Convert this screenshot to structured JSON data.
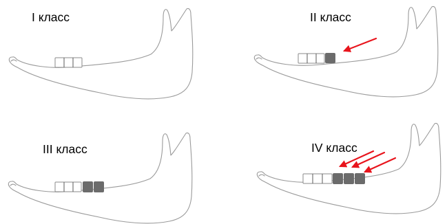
{
  "panels": [
    {
      "label": "I класс",
      "missing_teeth": 0,
      "arrows": 0
    },
    {
      "label": "II класс",
      "missing_teeth": 1,
      "arrows": 1
    },
    {
      "label": "III класс",
      "missing_teeth": 2,
      "arrows": 0
    },
    {
      "label": "IV класс",
      "missing_teeth": 3,
      "arrows": 3
    }
  ],
  "colors": {
    "jaw_outline": "#9a9a9a",
    "remaining_tooth_fill": "#ffffff",
    "missing_tooth_fill": "#6b6b6b",
    "arrow": "#e8141c",
    "text": "#000000"
  }
}
